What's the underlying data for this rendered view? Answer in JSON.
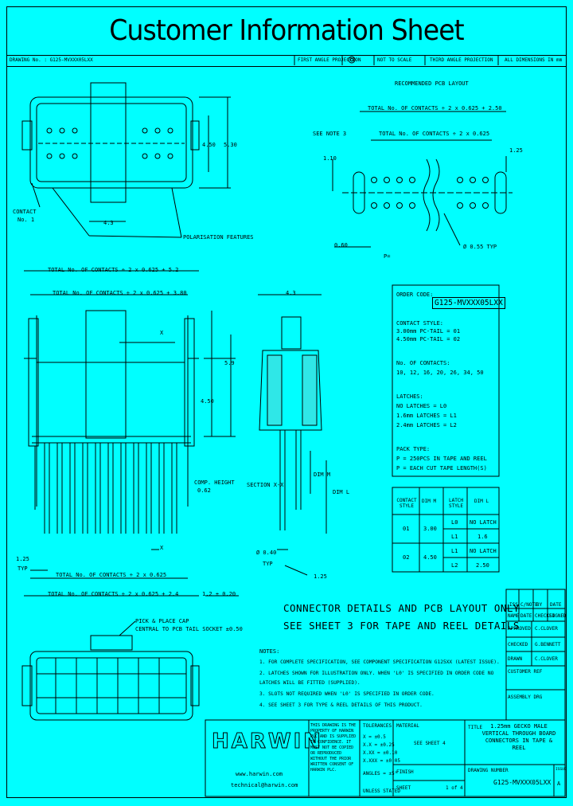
{
  "title": "Customer Information Sheet",
  "header_row": {
    "drawing_no": "DRAWING No. : G125-MVXXX05LXX",
    "first_angle": "FIRST ANGLE PROJECTION",
    "not_to_scale": "NOT TO SCALE",
    "third_angle": "THIRD ANGLE PROJECTION",
    "dimensions": "ALL DIMENSIONS IN mm"
  },
  "pcb_layout": {
    "label": "RECOMMENDED PCB LAYOUT",
    "dim_total_a": "TOTAL No. OF CONTACTS ÷ 2 x 0.625 + 2.50",
    "dim_total_b": "TOTAL No. OF CONTACTS ÷ 2 x 0.625",
    "see_note": "SEE NOTE 3",
    "dim_125": "1.25",
    "dim_110": "1.10",
    "dim_060": "0.60",
    "pitch": "P=",
    "hole": "Ø 0.55 TYP"
  },
  "top_view": {
    "dim_530": "5.30",
    "dim_450": "4.50",
    "dim_43": "4.3",
    "contact1": "CONTACT",
    "contact2": "No. 1",
    "polarisation": "POLARISATION FEATURES"
  },
  "front_view": {
    "dim_total1": "TOTAL No. OF CONTACTS ÷ 2 x 0.625 + 5.2",
    "dim_total2": "TOTAL No. OF CONTACTS ÷ 2 x 0.625 + 3.80",
    "x_label": "X",
    "dim_59": "5.9",
    "dim_450": "4.50",
    "dim_125": "1.25",
    "typ": "TYP",
    "dim_total3": "TOTAL No. OF CONTACTS ÷ 2 x 0.625",
    "dim_total4": "TOTAL No. OF CONTACTS ÷ 2 x 0.625 + 2.4",
    "dim_gap": "1.2 ± 0.20",
    "comp_height": "COMP. HEIGHT",
    "dim_062": "0.62"
  },
  "side_view": {
    "dim_43": "4.3",
    "section": "SECTION X-X",
    "dim_m": "DIM M",
    "dim_l": "DIM L",
    "dim_040": "Ø 0.40",
    "typ": "TYP",
    "dim_125": "1.25"
  },
  "order_code": {
    "label": "ORDER CODE:",
    "code": "G125-MVXXX05LXX",
    "contact_style": "CONTACT STYLE:",
    "style1": "3.00mm PC-TAIL = 01",
    "style2": "4.50mm PC-TAIL = 02",
    "no_contacts": "No. OF CONTACTS:",
    "contact_list": "10, 12, 16, 20, 26, 34, 50",
    "latches": "LATCHES:",
    "latch0": "NO LATCHES = L0",
    "latch1": "1.6mm LATCHES = L1",
    "latch2": "2.4mm LATCHES = L2",
    "pack_type": "PACK TYPE:",
    "pack1": "P = 250PCS IN TAPE AND REEL",
    "pack2": "P = EACH CUT TAPE LENGTH(S)"
  },
  "style_table": {
    "headers": [
      "CONTACT STYLE",
      "DIM M",
      "LATCH STYLE",
      "DIM L"
    ],
    "rows": [
      [
        "01",
        "3.00",
        "L0",
        "NO LATCH"
      ],
      [
        "",
        "",
        "L1",
        "1.6"
      ],
      [
        "02",
        "4.50",
        "L1",
        "NO LATCH"
      ],
      [
        "",
        "",
        "L2",
        "2.50"
      ]
    ]
  },
  "connector_note1": "CONNECTOR DETAILS AND PCB LAYOUT ONLY",
  "connector_note2": "SEE SHEET 3 FOR TAPE AND REEL DETAILS",
  "bottom_view": {
    "pick_place1": "PICK & PLACE CAP",
    "pick_place2": "CENTRAL TO PCB TAIL SOCKET ±0.50"
  },
  "notes": {
    "heading": "NOTES:",
    "items": [
      "1. FOR COMPLETE SPECIFICATION, SEE COMPONENT SPECIFICATION G125XX (LATEST ISSUE).",
      "2. LATCHES SHOWN FOR ILLUSTRATION ONLY. WHEN 'L0' IS SPECIFIED IN ORDER CODE NO",
      "   LATCHES WILL BE FITTED (SUPPLIED).",
      "3. SLOTS NOT REQUIRED WHEN 'L0' IS SPECIFIED IN ORDER CODE.",
      "4. SEE SHEET 3 FOR TYPE & REEL DETAILS OF THIS PRODUCT."
    ]
  },
  "revision_table": {
    "headers": [
      "ISS",
      "C/NOTE",
      "BY",
      "DATE"
    ],
    "row2": [
      "NAME",
      "DATE",
      "CHECKED",
      "SIGNED"
    ],
    "drawn_label": "APPROVED",
    "drawn_value": "C.CLOVER",
    "checked_label": "CHECKED",
    "checked_value": "G.BENNETT",
    "drawn2_label": "DRAWN",
    "drawn2_value": "C.CLOVER",
    "customer_ref": "CUSTOMER REF",
    "assembly": "ASSEMBLY DRG"
  },
  "title_block": {
    "logo": "HARWIN",
    "website": "www.harwin.com",
    "email": "technical@harwin.com",
    "copyright": "THIS DRAWING IS THE PROPERTY OF HARWIN PLC AND IS SUPPLIED IN CONFIDENCE. IT MUST NOT BE COPIED OR REPRODUCED WITHOUT THE PRIOR WRITTEN CONSENT OF HARWIN PLC.",
    "tolerances": "TOLERANCES",
    "tol_lines": [
      "X = ±0.5",
      "X.X = ±0.25",
      "X.XX = ±0.10",
      "X.XXX = ±0.05",
      "ANGLES = ±5°"
    ],
    "unless": "UNLESS STATED",
    "material": "MATERIAL",
    "material_value": "SEE SHEET 4",
    "finish": "FINISH",
    "sheet": "SHEET",
    "sheet_value": "1 of 4",
    "doc_title_label": "TITLE",
    "doc_title": "1.25mm GECKO MALE VERTICAL THROUGH BOARD CONNECTORS IN TAPE & REEL",
    "drawing_number_label": "DRAWING NUMBER",
    "drawing_number": "G125-MVXXX05LXX",
    "issue": "ISSUE",
    "issue_value": "A"
  }
}
